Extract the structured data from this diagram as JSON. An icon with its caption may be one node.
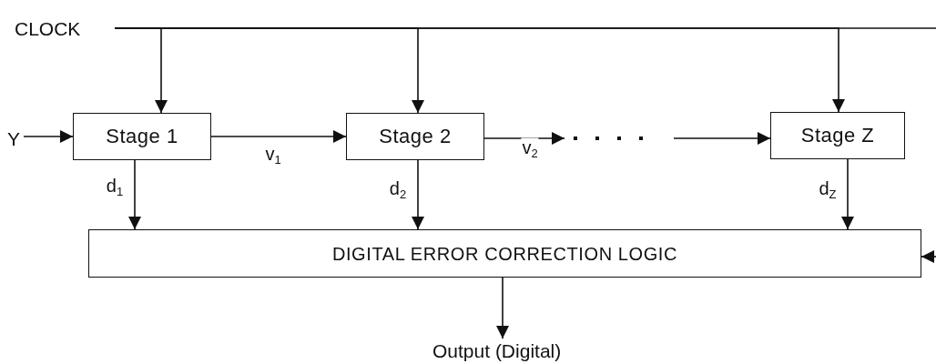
{
  "diagram": {
    "nodes": [
      {
        "text": [
          "CLOCK"
        ]
      },
      {
        "text": [
          "Y"
        ]
      },
      {
        "text": [
          "Stage 1"
        ]
      },
      {
        "text": [
          "Stage 2"
        ]
      },
      {
        "text": [
          "Stage Z"
        ]
      },
      {
        "text": [
          "DIGITAL ERROR CORRECTION LOGIC"
        ]
      },
      {
        "text": [
          "Output (Digital)"
        ]
      }
    ],
    "edges": [
      {
        "from": 0,
        "to": 2,
        "arrow": "to"
      },
      {
        "from": 0,
        "to": 3,
        "arrow": "to"
      },
      {
        "from": 0,
        "to": 4,
        "arrow": "to"
      },
      {
        "from": 0,
        "to": null,
        "arrow": "none"
      },
      {
        "from": 1,
        "to": 2,
        "arrow": "to"
      },
      {
        "from": 2,
        "to": 3,
        "arrow": "to",
        "label": "v$_{1}$"
      },
      {
        "from": 3,
        "to": 4,
        "arrow": "to",
        "label": "v$_{2}$",
        "style": "dashed"
      },
      {
        "from": 2,
        "to": 5,
        "arrow": "to",
        "label": "d$_{1}$"
      },
      {
        "from": 3,
        "to": 5,
        "arrow": "to",
        "label": "d$_{2}$"
      },
      {
        "from": 4,
        "to": 5,
        "arrow": "to",
        "label": "d$_{Z}$"
      },
      {
        "from": null,
        "to": 5,
        "arrow": "to"
      },
      {
        "from": 5,
        "to": 6,
        "arrow": "to"
      }
    ]
  }
}
